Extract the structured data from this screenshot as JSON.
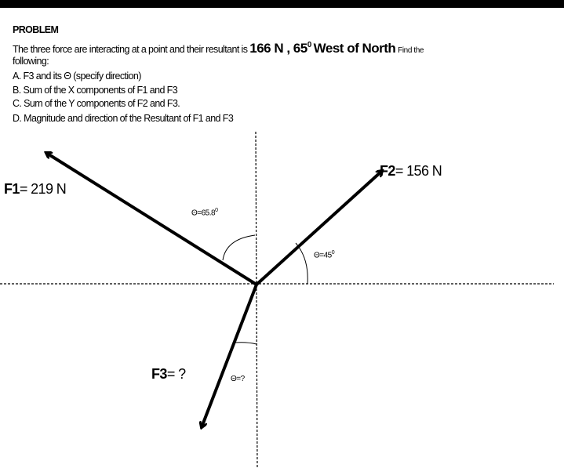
{
  "problem": {
    "heading": "PROBLEM",
    "intro_text": "The three force are interacting at a point and their resultant is",
    "resultant_magnitude": "166 N , 65",
    "degree_mark": "0",
    "resultant_direction": "West of North",
    "intro_tail": "Find the",
    "intro_cont": "following:",
    "items": [
      {
        "label": "A. F3 and its Θ (specify direction)"
      },
      {
        "label": "B. Sum of the X components of F1 and F3"
      },
      {
        "label": "C. Sum of  the Y components of F2 and F3."
      },
      {
        "label": "D. Magnitude and direction of the Resultant of F1 and F3"
      }
    ]
  },
  "diagram": {
    "forces": [
      {
        "name": "F1",
        "value": "= 219 N"
      },
      {
        "name": "F2",
        "value": "= 156 N"
      },
      {
        "name": "F3",
        "value": "= ?"
      }
    ],
    "angles": [
      {
        "text": "Θ=65.8",
        "deg": "0"
      },
      {
        "text": "Θ=45",
        "deg": "0"
      },
      {
        "text": "Θ=?"
      }
    ]
  }
}
